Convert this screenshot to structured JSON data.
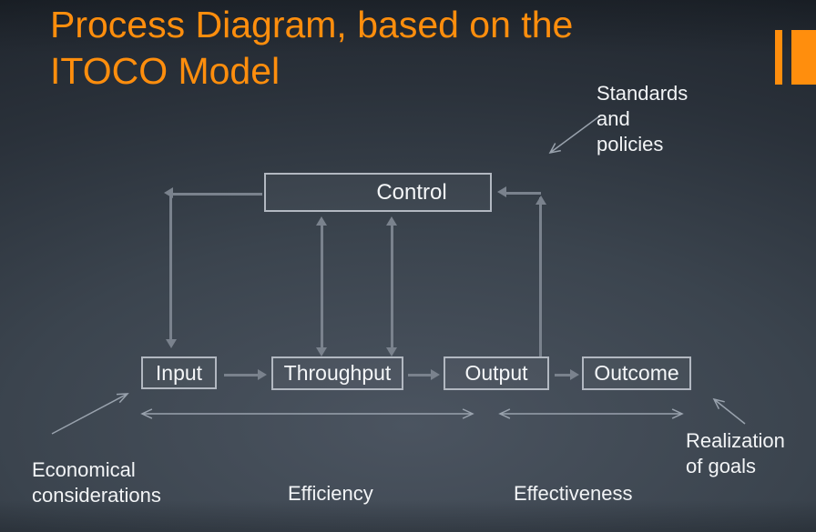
{
  "slide": {
    "title": "Process Diagram, based on the ITOCO Model",
    "accent_color": "#FF8E0D",
    "background_top_color": "#232931",
    "background_bottom_color": "#454D58",
    "text_color": "#F2F4F6",
    "arrow_color": "#7A828D"
  },
  "diagram": {
    "boxes": [
      {
        "id": "control",
        "label": "Control"
      },
      {
        "id": "input",
        "label": "Input"
      },
      {
        "id": "throughput",
        "label": "Throughput"
      },
      {
        "id": "output",
        "label": "Output"
      },
      {
        "id": "outcome",
        "label": "Outcome"
      }
    ]
  },
  "annotations": {
    "standards": "Standards and policies",
    "economical": "Economical considerations",
    "efficiency": "Efficiency",
    "effectiveness": "Effectiveness",
    "realization": "Realization of goals"
  }
}
